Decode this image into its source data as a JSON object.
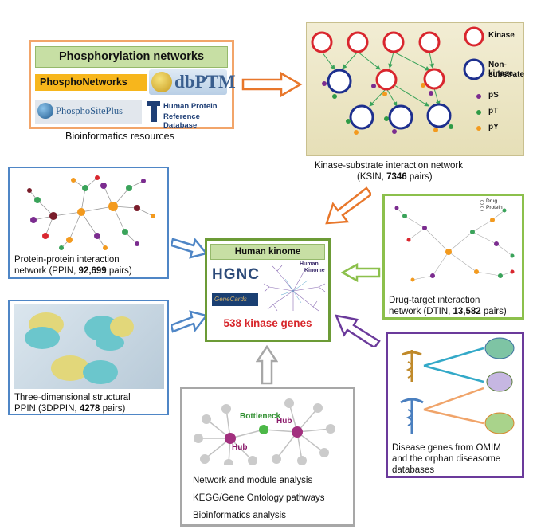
{
  "resources": {
    "header": "Phosphorylation networks",
    "phosphonetworks": "PhosphoNetworks",
    "dbptm": "dbPTM",
    "phosphositeplus": "PhosphoSitePlus",
    "hprd_line1": "Human Protein",
    "hprd_line2": "Reference Database",
    "caption": "Bioinformatics resources"
  },
  "ksin": {
    "legend_kinase": "Kinase",
    "legend_nonkinase_1": "Non-kinase",
    "legend_nonkinase_2": "substrate",
    "legend_ps": "pS",
    "legend_pt": "pT",
    "legend_py": "pY",
    "caption_1": "Kinase-substrate interaction network",
    "caption_2_pre": "(KSIN, ",
    "caption_2_bold": "7346",
    "caption_2_post": " pairs)"
  },
  "ppin": {
    "caption_1": "Protein-protein interaction",
    "caption_2_pre": "network (PPIN, ",
    "caption_2_bold": "92,699",
    "caption_2_post": " pairs)"
  },
  "ppin3d": {
    "caption_1": "Three-dimensional structural",
    "caption_2_pre": "PPIN (3DPPIN, ",
    "caption_2_bold": "4278",
    "caption_2_post": " pairs)"
  },
  "kinome": {
    "title": "Human kinome",
    "hgnc": "HGNC",
    "genecards": "GeneCards",
    "human_kinome_1": "Human",
    "human_kinome_2": "Kinome",
    "count": "538 kinase genes"
  },
  "dtin": {
    "legend_drug": "Drug",
    "legend_protein": "Protein",
    "caption_1": "Drug-target interaction",
    "caption_2_pre": "network (DTIN, ",
    "caption_2_bold": "13,582",
    "caption_2_post": " pairs)"
  },
  "disease": {
    "caption_1": "Disease genes from OMIM",
    "caption_2": "and the orphan diseasome",
    "caption_3": "databases"
  },
  "analysis": {
    "bottleneck": "Bottleneck",
    "hub_left": "Hub",
    "hub_right": "Hub",
    "line_1": "Network and module analysis",
    "line_2": "KEGG/Gene Ontology pathways",
    "line_3": "Bioinformatics analysis"
  },
  "colors": {
    "orange_border": "#f2a56a",
    "arrow_orange": "#e8772b",
    "blue_border": "#4f86c6",
    "green_border": "#8cc04c",
    "purple_border": "#6b3a9b",
    "gray_border": "#a7a7a7",
    "kinase_red": "#d9262e",
    "nonkinase_navy": "#1d2f8e",
    "ps_purple": "#7b2c8f",
    "pt_green": "#2e9a46",
    "py_orange": "#f39a1e",
    "count_red": "#d7262b"
  }
}
